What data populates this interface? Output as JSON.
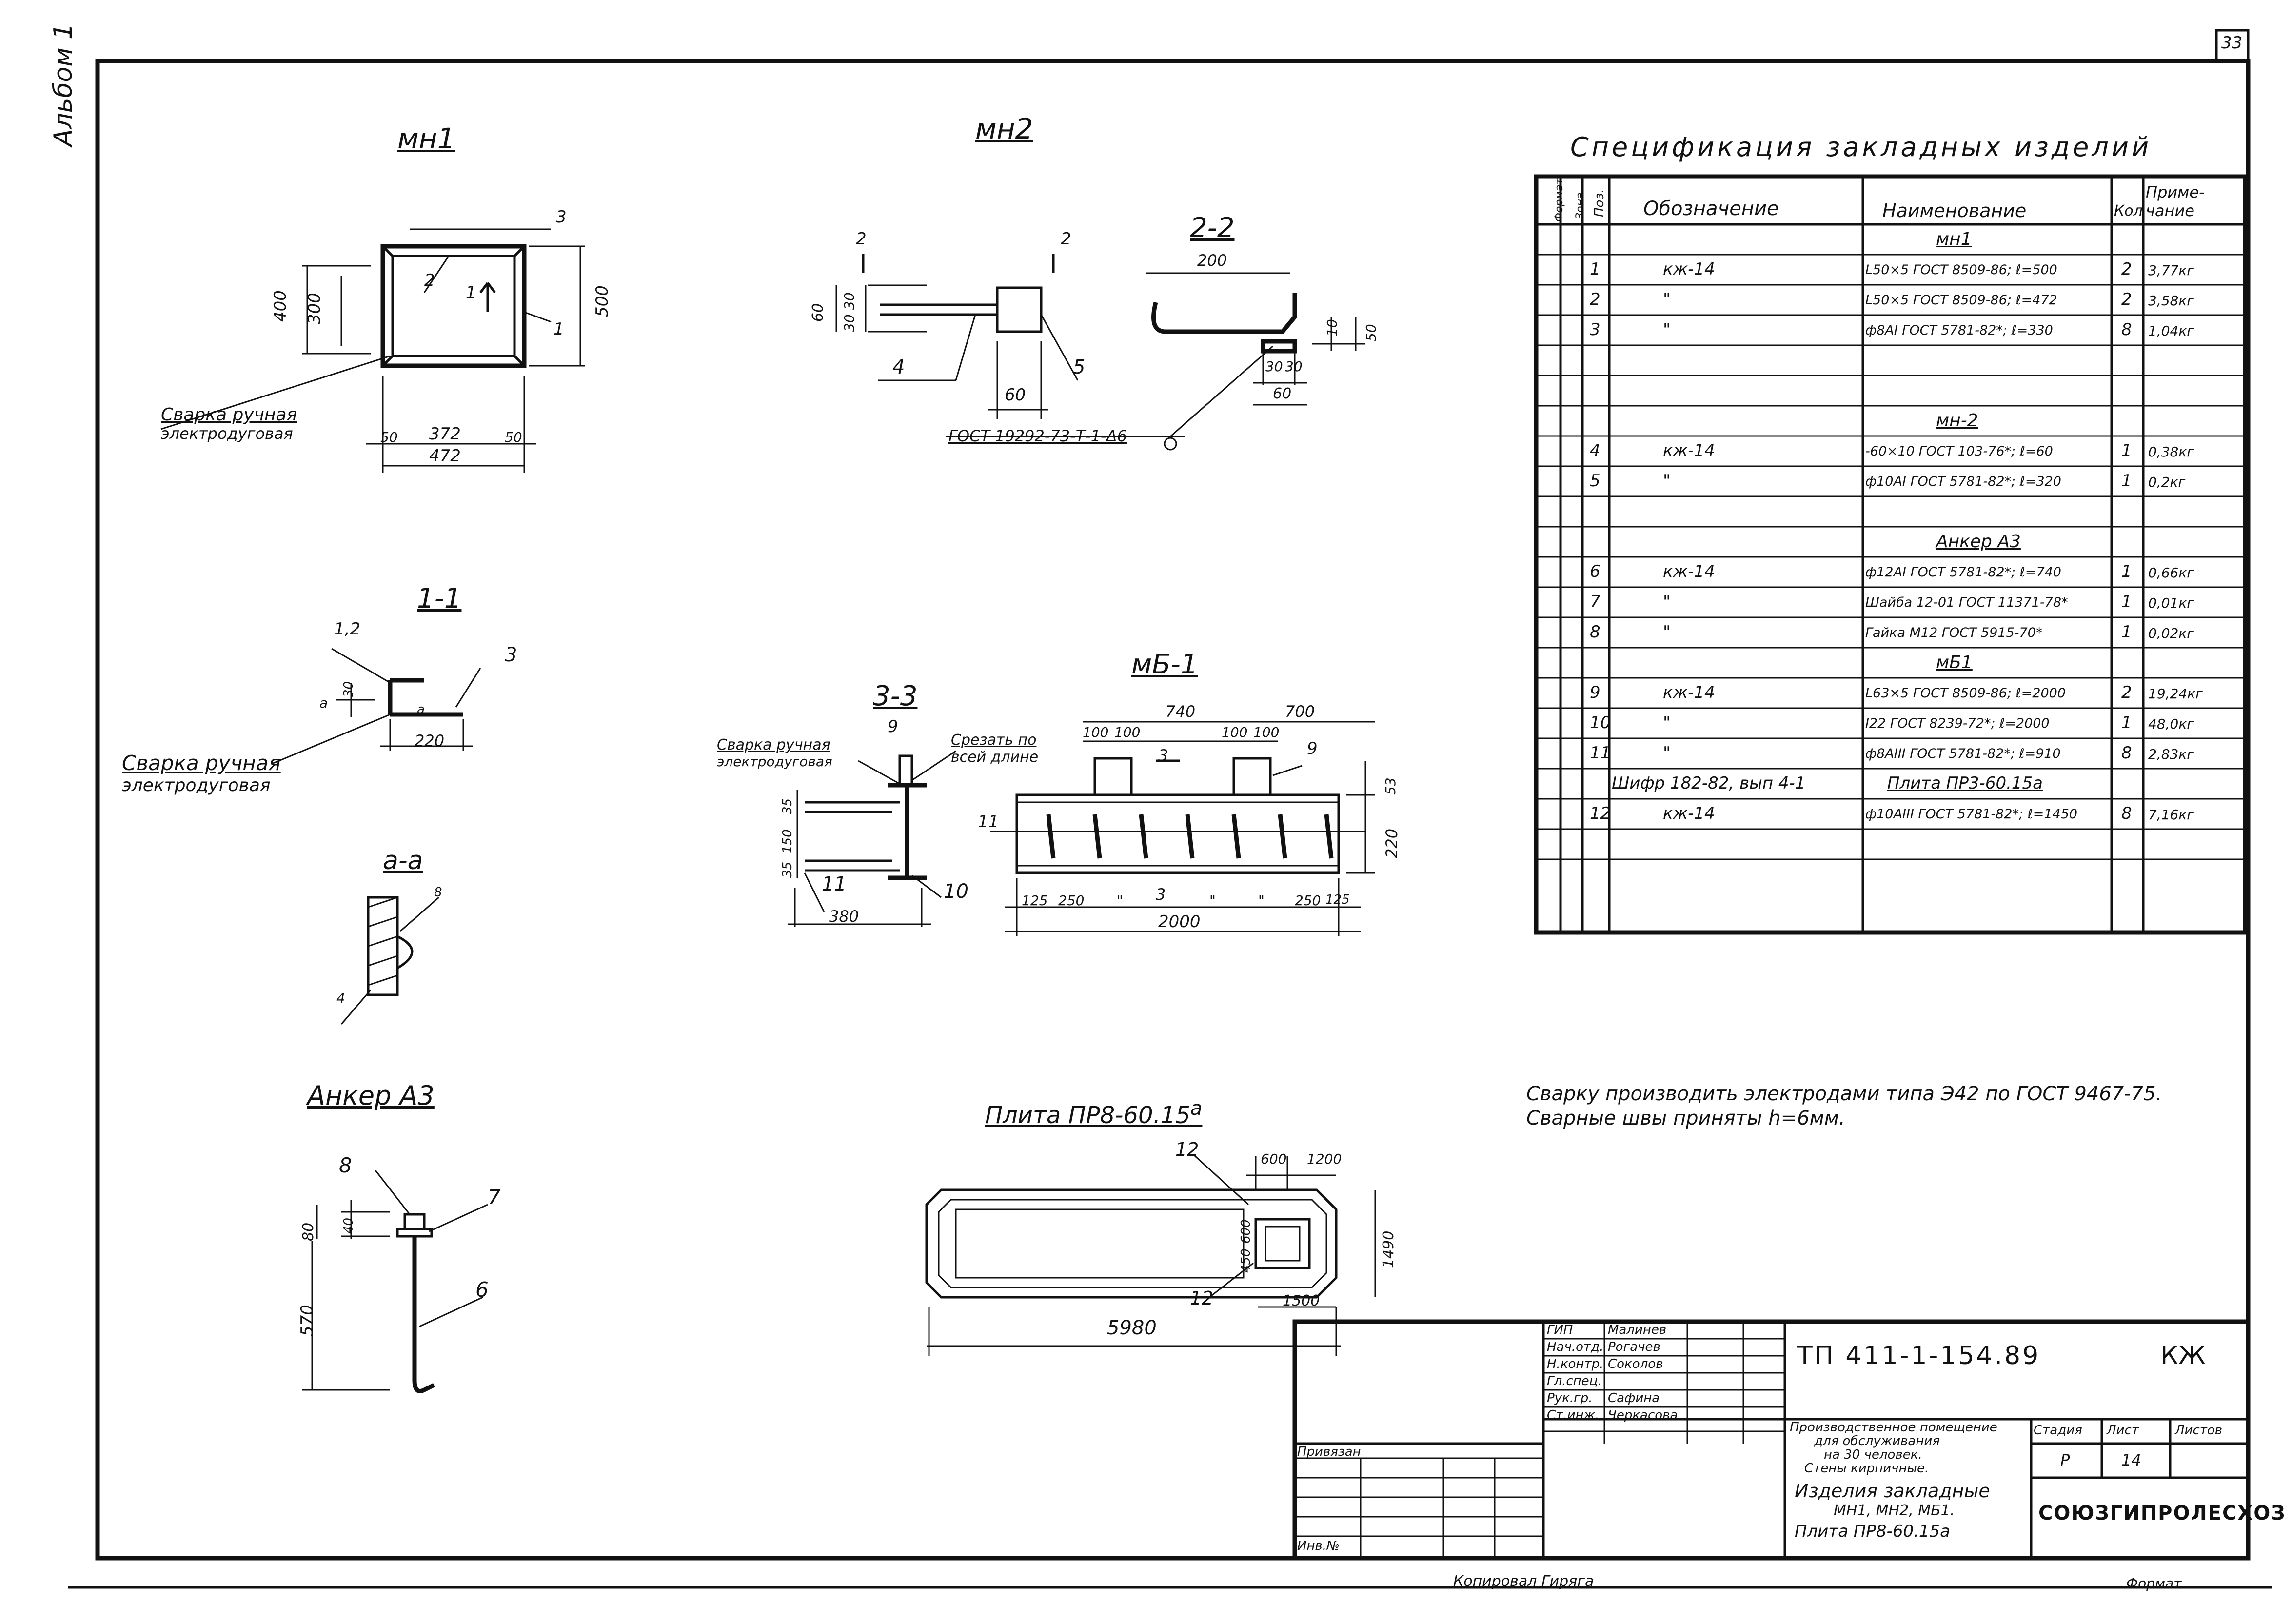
{
  "sheet_number": "33",
  "album_label": "Альбом 1",
  "views": {
    "mn1": {
      "title": "мн1",
      "dims": [
        "3",
        "400",
        "300",
        "500",
        "2",
        "1",
        "1",
        "50",
        "372",
        "50",
        "472"
      ],
      "note1": "Сварка ручная",
      "note2": "электродуговая"
    },
    "mn2": {
      "title": "мн2",
      "section_marks": [
        "2",
        "2"
      ],
      "dims": [
        "60",
        "30",
        "30",
        "60"
      ],
      "pos": [
        "4",
        "5"
      ],
      "gost": "ГОСТ 19292-73-Т-1-Δ6"
    },
    "sec22": {
      "title": "2-2",
      "dims": [
        "200",
        "10",
        "50",
        "30",
        "30",
        "60"
      ]
    },
    "sec11": {
      "title": "1-1",
      "pos": [
        "1,2",
        "3"
      ],
      "dims": [
        "а",
        "30",
        "а",
        "220"
      ],
      "note1": "Сварка ручная",
      "note2": "электродуговая"
    },
    "secaa": {
      "title": "а-а",
      "dims": [
        "8",
        "4"
      ]
    },
    "sec33": {
      "title": "3-3",
      "pos": [
        "9",
        "11",
        "10"
      ],
      "dims": [
        "35",
        "150",
        "35",
        "380"
      ],
      "note1": "Сварка ручная",
      "note2": "электродуговая",
      "note3": "Срезать по",
      "note4": "всей длине"
    },
    "mb1": {
      "title": "мБ-1",
      "dims_top": [
        "740",
        "700",
        "100",
        "100",
        "100",
        "100",
        "3"
      ],
      "pos": [
        "9",
        "11"
      ],
      "dims_right": [
        "53",
        "220"
      ],
      "dims_bottom": [
        "125",
        "250",
        "\"",
        "3",
        "\"",
        "\"",
        "250",
        "125",
        "2000"
      ]
    },
    "anchor": {
      "title": "Анкер А3",
      "pos": [
        "8",
        "7",
        "6"
      ],
      "dims": [
        "80",
        "40",
        "570"
      ]
    },
    "plate": {
      "title": "Плита ПР8-60.15",
      "title_sup": "а",
      "pos": [
        "12",
        "12"
      ],
      "dims": [
        "600",
        "1200",
        "450",
        "600",
        "1490",
        "1500",
        "5980"
      ]
    }
  },
  "spec": {
    "title": "Спецификация закладных изделий",
    "headers": [
      "Формат",
      "Зона",
      "Поз.",
      "Обозначение",
      "Наименование",
      "Кол",
      "Приме-чание"
    ],
    "rows": [
      {
        "type": "section",
        "name": "мн1"
      },
      {
        "type": "item",
        "pos": "1",
        "code": "кж-14",
        "name": "L50×5 ГОСТ 8509-86; ℓ=500",
        "qty": "2",
        "note": "3,77кг"
      },
      {
        "type": "item",
        "pos": "2",
        "code": "\"",
        "name": "L50×5 ГОСТ 8509-86; ℓ=472",
        "qty": "2",
        "note": "3,58кг"
      },
      {
        "type": "item",
        "pos": "3",
        "code": "\"",
        "name": "ф8АI ГОСТ 5781-82*; ℓ=330",
        "qty": "8",
        "note": "1,04кг"
      },
      {
        "type": "blank"
      },
      {
        "type": "blank"
      },
      {
        "type": "section",
        "name": "мн-2"
      },
      {
        "type": "item",
        "pos": "4",
        "code": "кж-14",
        "name": "-60×10 ГОСТ 103-76*; ℓ=60",
        "qty": "1",
        "note": "0,38кг"
      },
      {
        "type": "item",
        "pos": "5",
        "code": "\"",
        "name": "ф10АI ГОСТ 5781-82*; ℓ=320",
        "qty": "1",
        "note": "0,2кг"
      },
      {
        "type": "blank"
      },
      {
        "type": "section",
        "name": "Анкер А3"
      },
      {
        "type": "item",
        "pos": "6",
        "code": "кж-14",
        "name": "ф12АI ГОСТ 5781-82*; ℓ=740",
        "qty": "1",
        "note": "0,66кг"
      },
      {
        "type": "item",
        "pos": "7",
        "code": "\"",
        "name": "Шайба 12-01 ГОСТ 11371-78*",
        "qty": "1",
        "note": "0,01кг"
      },
      {
        "type": "item",
        "pos": "8",
        "code": "\"",
        "name": "Гайка М12 ГОСТ 5915-70*",
        "qty": "1",
        "note": "0,02кг"
      },
      {
        "type": "section",
        "name": "мБ1"
      },
      {
        "type": "item",
        "pos": "9",
        "code": "кж-14",
        "name": "L63×5 ГОСТ 8509-86; ℓ=2000",
        "qty": "2",
        "note": "19,24кг"
      },
      {
        "type": "item",
        "pos": "10",
        "code": "\"",
        "name": "I22 ГОСТ 8239-72*; ℓ=2000",
        "qty": "1",
        "note": "48,0кг"
      },
      {
        "type": "item",
        "pos": "11",
        "code": "\"",
        "name": "ф8АIII ГОСТ 5781-82*; ℓ=910",
        "qty": "8",
        "note": "2,83кг"
      },
      {
        "type": "section2",
        "code": "Шифр 182-82, вып 4-1",
        "name": "Плита ПР3-60.15а"
      },
      {
        "type": "item",
        "pos": "12",
        "code": "кж-14",
        "name": "ф10АIII ГОСТ 5781-82*; ℓ=1450",
        "qty": "8",
        "note": "7,16кг"
      },
      {
        "type": "blank"
      }
    ]
  },
  "notes": [
    "Сварку производить электродами типа Э42 по ГОСТ 9467-75.",
    "Сварные швы приняты h=6мм."
  ],
  "title_block": {
    "roles": [
      "ГИП",
      "Нач.отд.",
      "Н.контр.",
      "Гл.спец.",
      "Рук.гр.",
      "Ст.инж."
    ],
    "names": [
      "Малинев",
      "Рогачев",
      "Соколов",
      "",
      "Сафина",
      "Черкасова"
    ],
    "code": "ТП 411-1-154.89",
    "mark": "КЖ",
    "object_desc": [
      "Производственное помещение",
      "для обслуживания",
      "на 30 человек.",
      "Стены кирпичные."
    ],
    "stage_label": "Стадия",
    "sheet_label": "Лист",
    "sheets_label": "Листов",
    "stage": "Р",
    "sheet": "14",
    "drawing_name": [
      "Изделия закладные",
      "МН1, МН2, МБ1.",
      "Плита ПР8-60.15а"
    ],
    "org": "СОЮЗГИПРОЛЕСХОЗ",
    "privyazan": "Привязан",
    "inv": "Инв.№"
  },
  "footer": {
    "copied": "Копировал Гиряга",
    "format": "Формат"
  }
}
